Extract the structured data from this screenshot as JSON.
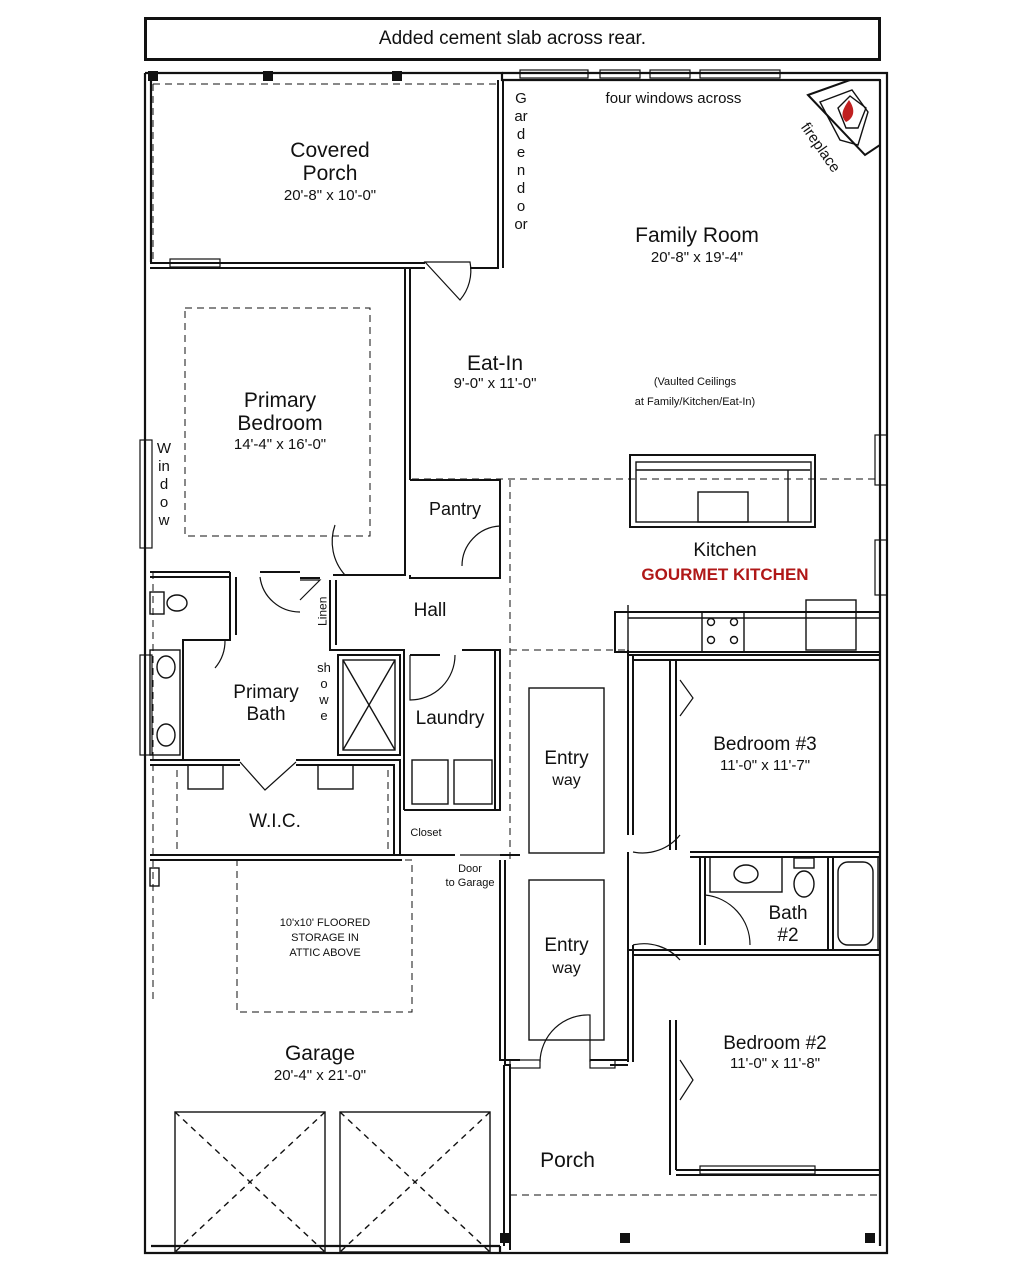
{
  "banner": "Added cement slab across rear.",
  "notes": {
    "windows": "four windows across",
    "fireplace": "fireplace",
    "garden_door": "Garden door",
    "window": "Window",
    "vaulted_line1": "(Vaulted Ceilings",
    "vaulted_line2": "at Family/Kitchen/Eat-In)",
    "door_to_garage_line1": "Door",
    "door_to_garage_line2": "to Garage",
    "attic_line1": "10'x10' FLOORED",
    "attic_line2": "STORAGE IN",
    "attic_line3": "ATTIC ABOVE"
  },
  "rooms": {
    "covered_porch": {
      "name_line1": "Covered",
      "name_line2": "Porch",
      "dim": "20'-8\" x 10'-0\""
    },
    "family_room": {
      "name": "Family Room",
      "dim": "20'-8\" x 19'-4\""
    },
    "eat_in": {
      "name": "Eat-In",
      "dim": "9'-0\" x 11'-0\""
    },
    "primary_bedroom": {
      "name_line1": "Primary",
      "name_line2": "Bedroom",
      "dim": "14'-4\" x 16'-0\""
    },
    "pantry": {
      "name": "Pantry"
    },
    "kitchen": {
      "name": "Kitchen",
      "tagline": "GOURMET KITCHEN"
    },
    "hall": {
      "name": "Hall"
    },
    "linen": {
      "name": "Linen"
    },
    "shower": {
      "name": "showe"
    },
    "primary_bath": {
      "name_line1": "Primary",
      "name_line2": "Bath"
    },
    "laundry": {
      "name": "Laundry"
    },
    "entry_upper": {
      "name_line1": "Entry",
      "name_line2": "way"
    },
    "entry_lower": {
      "name_line1": "Entry",
      "name_line2": "way"
    },
    "bedroom3": {
      "name": "Bedroom #3",
      "dim": "11'-0\" x 11'-7\""
    },
    "wic": {
      "name": "W.I.C."
    },
    "closet": {
      "name": "Closet"
    },
    "bath2": {
      "name_line1": "Bath",
      "name_line2": "#2"
    },
    "garage": {
      "name": "Garage",
      "dim": "20'-4\" x 21'-0\""
    },
    "bedroom2": {
      "name": "Bedroom #2",
      "dim": "11'-0\" x 11'-8\""
    },
    "porch": {
      "name": "Porch"
    }
  },
  "colors": {
    "ink": "#111111",
    "accent": "#b01818"
  }
}
